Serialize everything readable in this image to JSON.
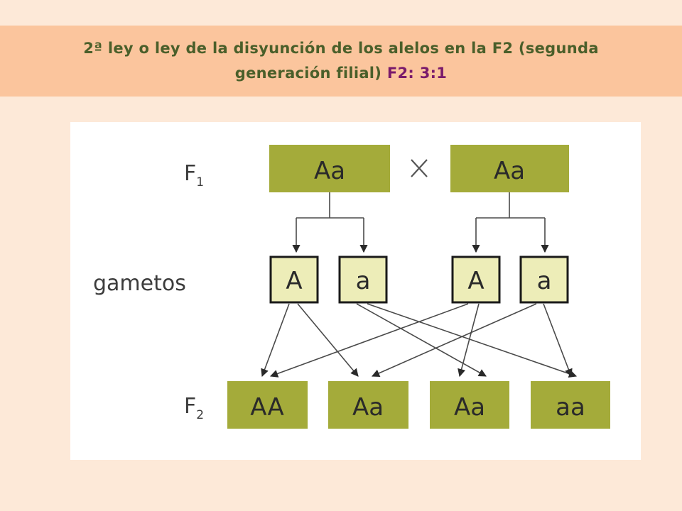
{
  "title": {
    "main": "2ª ley o ley de la disyunción de los alelos en la F2 (segunda generación filial)",
    "highlight": "F2: 3:1"
  },
  "diagram": {
    "generations": {
      "f1": {
        "letter": "F",
        "sub": "1"
      },
      "gametes": {
        "label": "gametos"
      },
      "f2": {
        "letter": "F",
        "sub": "2"
      }
    },
    "parents": [
      "Aa",
      "Aa"
    ],
    "gametes": [
      "A",
      "a",
      "A",
      "a"
    ],
    "offspring": [
      "AA",
      "Aa",
      "Aa",
      "aa"
    ],
    "colors": {
      "box_fill": "#a4ab3a",
      "gamete_fill": "#ededb8",
      "title_band": "#fbc59d",
      "title_text": "#4a5f2a",
      "title_highlight": "#7a1a6b"
    }
  }
}
